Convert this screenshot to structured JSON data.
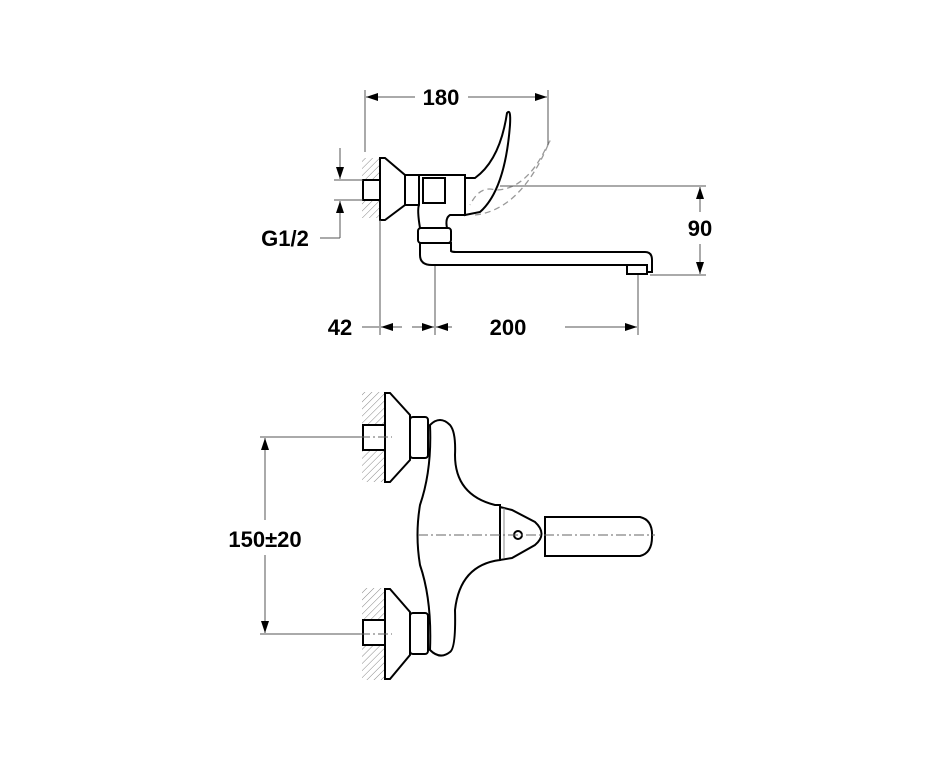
{
  "drawing": {
    "side_view": {
      "dim_overall_width": "180",
      "dim_height": "90",
      "dim_wall_offset": "42",
      "dim_spout_reach": "200",
      "thread_label": "G1/2"
    },
    "front_view": {
      "dim_inlet_spacing": "150±20"
    }
  }
}
